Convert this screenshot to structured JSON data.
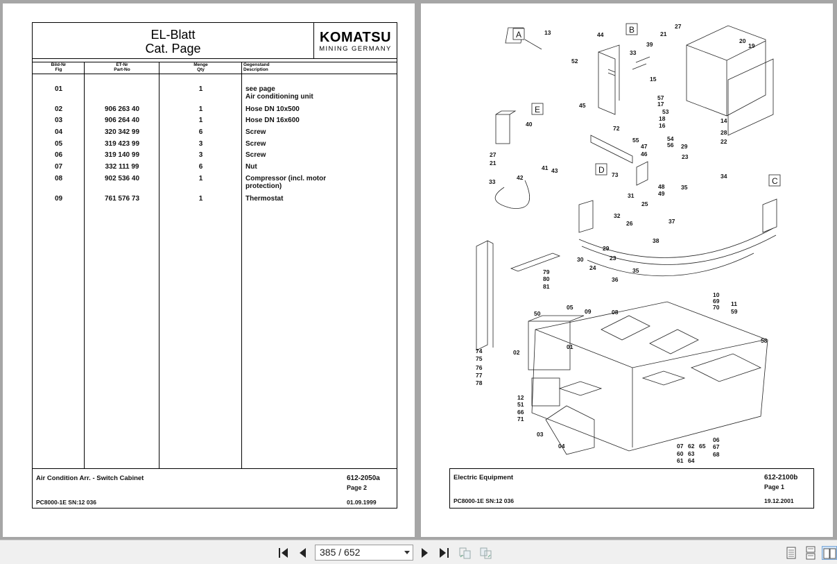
{
  "left_page": {
    "title_line1": "EL-Blatt",
    "title_line2": "Cat. Page",
    "logo_brand": "KOMATSU",
    "logo_sub": "MINING GERMANY",
    "columns": [
      {
        "de": "Bild-Nr",
        "en": "Fig"
      },
      {
        "de": "ET-Nr",
        "en": "Part-No"
      },
      {
        "de": "Menge",
        "en": "Qty"
      },
      {
        "de": "Gegenstand",
        "en": "Description"
      }
    ],
    "rows": [
      {
        "fig": "01",
        "part": "",
        "qty": "1",
        "desc": "see page",
        "desc2": "Air conditioning unit"
      },
      {
        "fig": "02",
        "part": "906 263 40",
        "qty": "1",
        "desc": "Hose DN 10x500",
        "desc2": ""
      },
      {
        "fig": "03",
        "part": "906 264 40",
        "qty": "1",
        "desc": "Hose DN 16x600",
        "desc2": ""
      },
      {
        "fig": "04",
        "part": "320 342 99",
        "qty": "6",
        "desc": "Screw",
        "desc2": ""
      },
      {
        "fig": "05",
        "part": "319 423 99",
        "qty": "3",
        "desc": "Screw",
        "desc2": ""
      },
      {
        "fig": "06",
        "part": "319 140 99",
        "qty": "3",
        "desc": "Screw",
        "desc2": ""
      },
      {
        "fig": "07",
        "part": "332 111 99",
        "qty": "6",
        "desc": "Nut",
        "desc2": ""
      },
      {
        "fig": "08",
        "part": "902 536 40",
        "qty": "1",
        "desc": "Compressor (incl. motor",
        "desc2": "protection)"
      },
      {
        "fig": "09",
        "part": "761 576 73",
        "qty": "1",
        "desc": "Thermostat",
        "desc2": ""
      }
    ],
    "footer": {
      "title": "Air Condition Arr. - Switch Cabinet",
      "doc_no": "612-2050a",
      "page": "Page 2",
      "model": "PC8000-1E SN:12 036",
      "date": "01.09.1999"
    }
  },
  "right_page": {
    "footer": {
      "title": "Electric Equipment",
      "doc_no": "612-2100b",
      "page": "Page 1",
      "model": "PC8000-1E SN:12 036",
      "date": "19.12.2001"
    },
    "section_labels": [
      "A",
      "B",
      "C",
      "D",
      "E"
    ],
    "callouts": [
      "13",
      "52",
      "44",
      "39",
      "21",
      "27",
      "20",
      "19",
      "33",
      "15",
      "57",
      "17",
      "53",
      "18",
      "16",
      "54",
      "56",
      "14",
      "28",
      "22",
      "29",
      "23",
      "34",
      "35",
      "45",
      "72",
      "47",
      "46",
      "73",
      "55",
      "40",
      "27",
      "21",
      "41",
      "43",
      "42",
      "33",
      "48",
      "49",
      "31",
      "25",
      "37",
      "32",
      "26",
      "38",
      "29",
      "24",
      "30",
      "23",
      "36",
      "35",
      "79",
      "80",
      "81",
      "74",
      "75",
      "76",
      "77",
      "78",
      "50",
      "05",
      "09",
      "08",
      "01",
      "02",
      "12",
      "51",
      "66",
      "71",
      "03",
      "04",
      "10",
      "69",
      "70",
      "11",
      "59",
      "58",
      "06",
      "67",
      "68",
      "07",
      "60",
      "61",
      "62",
      "63",
      "64",
      "65"
    ]
  },
  "toolbar": {
    "page_current": "385",
    "page_total": "652",
    "page_display": "385 / 652"
  }
}
